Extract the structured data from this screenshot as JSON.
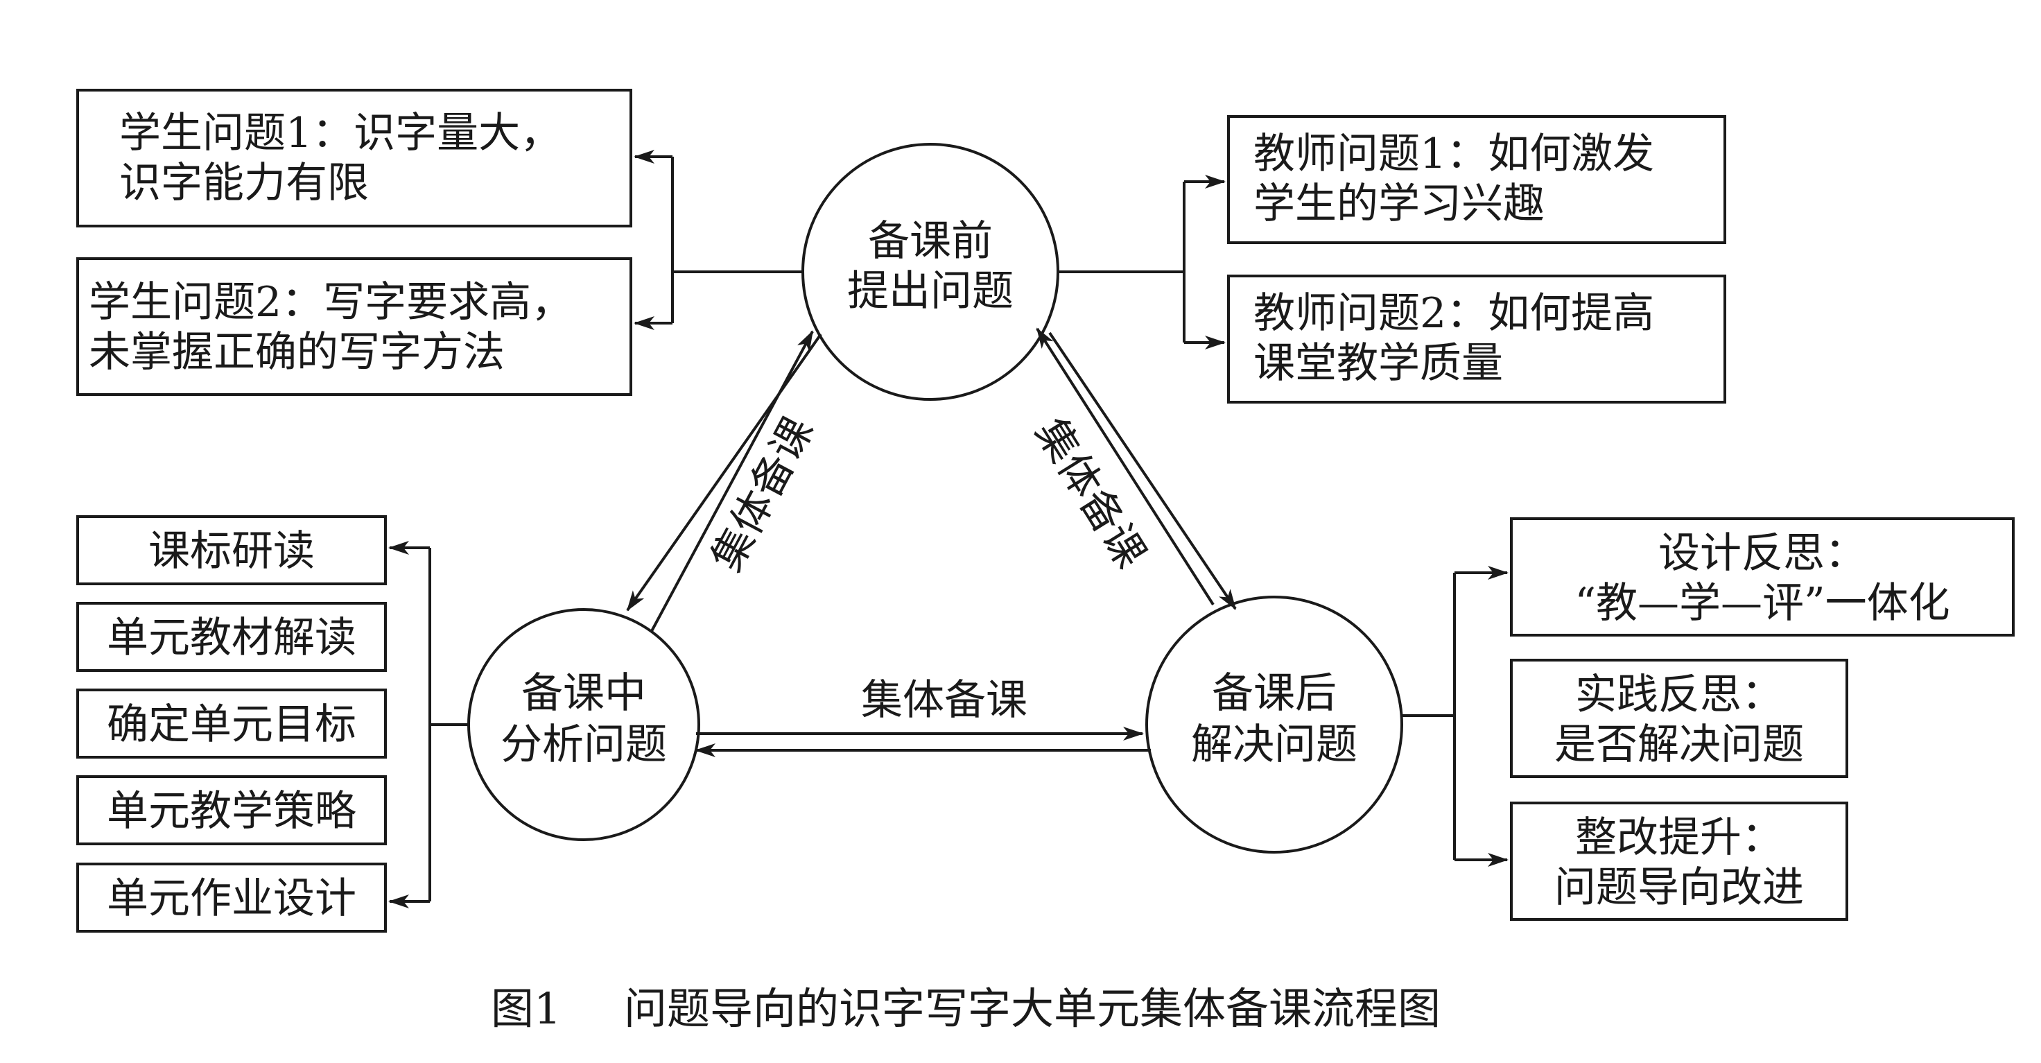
{
  "nodes": {
    "before": {
      "line1": "备课前",
      "line2": "提出问题"
    },
    "middle": {
      "line1": "备课中",
      "line2": "分析问题"
    },
    "after": {
      "line1": "备课后",
      "line2": "解决问题"
    }
  },
  "edge_labels": {
    "left": "集体备课",
    "right": "集体备课",
    "bottom": "集体备课"
  },
  "student_problems": [
    {
      "line1": "学生问题1：识字量大，",
      "line2": "识字能力有限"
    },
    {
      "line1": "学生问题2：写字要求高，",
      "line2": "未掌握正确的写字方法"
    }
  ],
  "teacher_problems": [
    {
      "line1": "教师问题1：如何激发",
      "line2": "学生的学习兴趣"
    },
    {
      "line1": "教师问题2：如何提高",
      "line2": "课堂教学质量"
    }
  ],
  "analysis_items": [
    "课标研读",
    "单元教材解读",
    "确定单元目标",
    "单元教学策略",
    "单元作业设计"
  ],
  "reflections": [
    {
      "line1": "设计反思：",
      "line2": "“教—学—评”一体化"
    },
    {
      "line1": "实践反思：",
      "line2": "是否解决问题"
    },
    {
      "line1": "整改提升：",
      "line2": "问题导向改进"
    }
  ],
  "caption": {
    "figure_no": "图1",
    "title": "问题导向的识字写字大单元集体备课流程图"
  }
}
